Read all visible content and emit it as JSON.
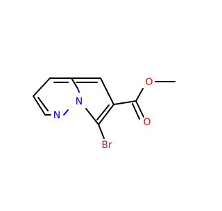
{
  "molecule": {
    "atom_labels": {
      "n1": "N",
      "n2": "N",
      "o_ether": "O",
      "o_carbonyl": "O",
      "br": "Br"
    },
    "colors": {
      "bond": "#000000",
      "nitrogen": "#0000FF",
      "oxygen": "#FF0000",
      "bromine": "#A62929"
    }
  }
}
